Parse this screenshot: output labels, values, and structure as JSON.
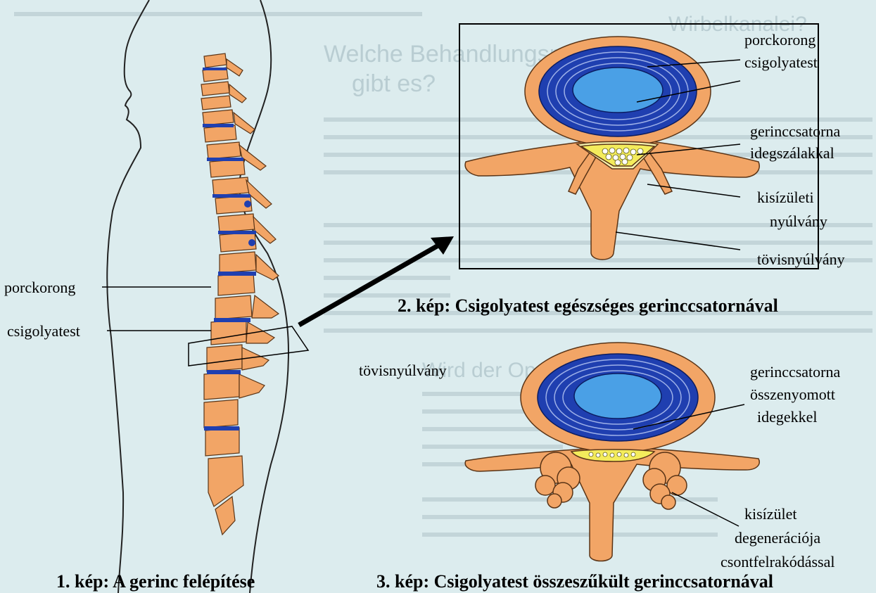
{
  "background": {
    "heading1": "Wirbelkanalei?",
    "heading2": "Welche Behandlungsmög-",
    "heading3": "gibt es?",
    "heading4": "Wird der Operation durchgef..."
  },
  "labels": {
    "left_porckorong": "porckorong",
    "left_csigolyatest": "csigolyatest",
    "tovisnyulvany_mid": "tövisnyúlvány",
    "top_porckorong": "porckorong",
    "top_csigolyatest": "csigolyatest",
    "gerinccsatorna_1": "gerinccsatorna",
    "idegszalakkal": "idegszálakkal",
    "kisizuleti_1": "kisízületi",
    "nyulvany": "nyúlvány",
    "tovisnyulvany_right": "tövisnyúlvány",
    "gerinccsatorna_2": "gerinccsatorna",
    "osszenyomott": "összenyomott",
    "idegekkel": "idegekkel",
    "kisizulet": "kisízület",
    "degeneracioja": "degenerációja",
    "csontfelrakodassal": "csontfelrakódással"
  },
  "captions": {
    "kep1": "1. kép: A gerinc felépítése",
    "kep2": "2. kép: Csigolyatest egészséges gerinccsatornával",
    "kep3": "3. kép: Csigolyatest összeszűkült gerinccsatornával"
  },
  "colors": {
    "bone": "#f2a566",
    "disc_dark": "#1f3fb0",
    "disc_light": "#4aa0e6",
    "nerve": "#f4ec5c",
    "background": "#dcecee"
  }
}
